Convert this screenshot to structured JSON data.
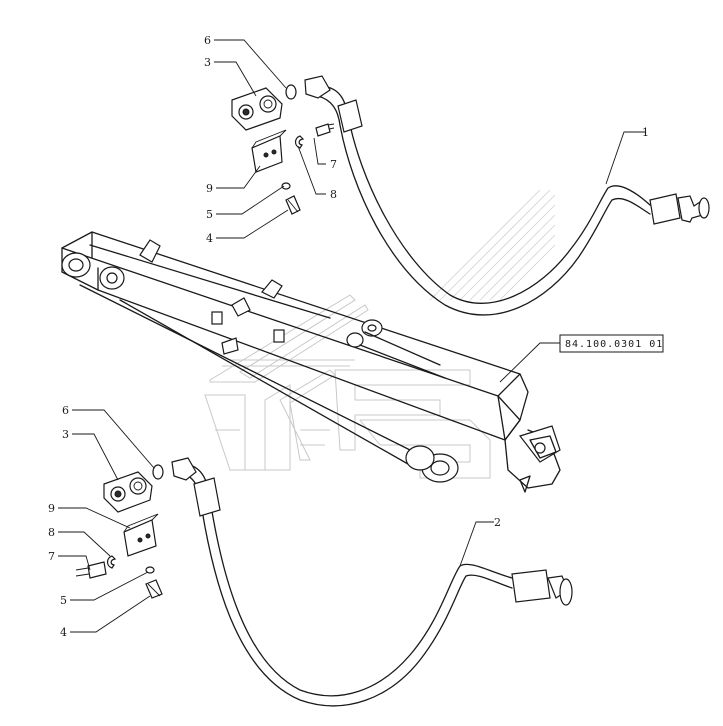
{
  "reference_code": "84.100.0301 01",
  "callouts": {
    "top": {
      "c6": "6",
      "c3": "3",
      "c9": "9",
      "c5": "5",
      "c4": "4",
      "c7": "7",
      "c8": "8",
      "c1": "1"
    },
    "bottom": {
      "c6": "6",
      "c3": "3",
      "c9": "9",
      "c8": "8",
      "c7": "7",
      "c5": "5",
      "c4": "4",
      "c2": "2"
    }
  }
}
